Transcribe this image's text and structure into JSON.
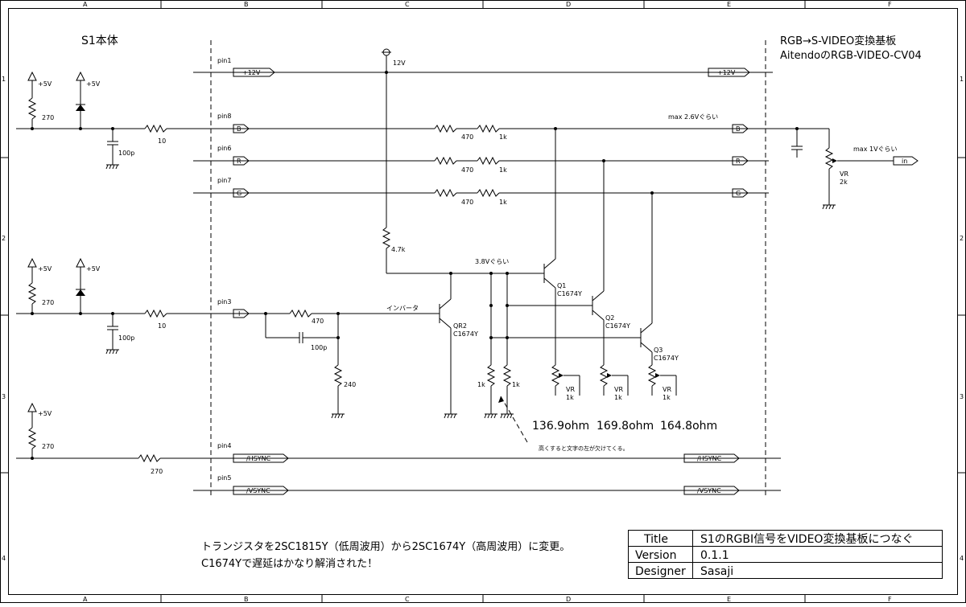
{
  "frame": {
    "columns": [
      "A",
      "B",
      "C",
      "D",
      "E",
      "F"
    ],
    "rows": [
      "1",
      "2",
      "3",
      "4"
    ]
  },
  "headings": {
    "left_title": "S1本体",
    "right_title_1": "RGB→S-VIDEO変換基板",
    "right_title_2": "AitendoのRGB-VIDEO-CV04"
  },
  "pins": {
    "pin1": "pin1",
    "pin8": "pin8",
    "pin6": "pin6",
    "pin7": "pin7",
    "pin3": "pin3",
    "pin4": "pin4",
    "pin5": "pin5"
  },
  "nets": {
    "p12v": "+12V",
    "b": "B",
    "r": "R",
    "g": "G",
    "i": "I",
    "hsync": "/HSYNC",
    "vsync": "/VSYNC",
    "in": "in"
  },
  "supply": {
    "p5v": "+5V",
    "v12": "12V"
  },
  "values": {
    "r270": "270",
    "c100p": "100p",
    "r10": "10",
    "r470": "470",
    "r1k": "1k",
    "r47k": "4.7k",
    "r240": "240",
    "vr2k": "2k",
    "vr": "VR"
  },
  "transistors": {
    "q1": "Q1",
    "q2": "Q2",
    "q3": "Q3",
    "qr2": "QR2",
    "part": "C1674Y"
  },
  "notes": {
    "max_b": "max 2.6Vぐらい",
    "max_vr": "max 1Vぐらい",
    "v38": "3.8Vぐらい",
    "inverter": "インバータ",
    "ohm1": "136.9ohm",
    "ohm2": "169.8ohm",
    "ohm3": "164.8ohm",
    "warning": "高くすると文字の左が欠けてくる。",
    "footer_1": "トランジスタを2SC1815Y（低周波用）から2SC1674Y（高周波用）に変更。",
    "footer_2": "C1674Yで遅延はかなり解消された！"
  },
  "title_block": {
    "title_label": "Title",
    "title_value": "S1のRGBI信号をVIDEO変換基板につなぐ",
    "version_label": "Version",
    "version_value": "0.1.1",
    "designer_label": "Designer",
    "designer_value": "Sasaji"
  }
}
